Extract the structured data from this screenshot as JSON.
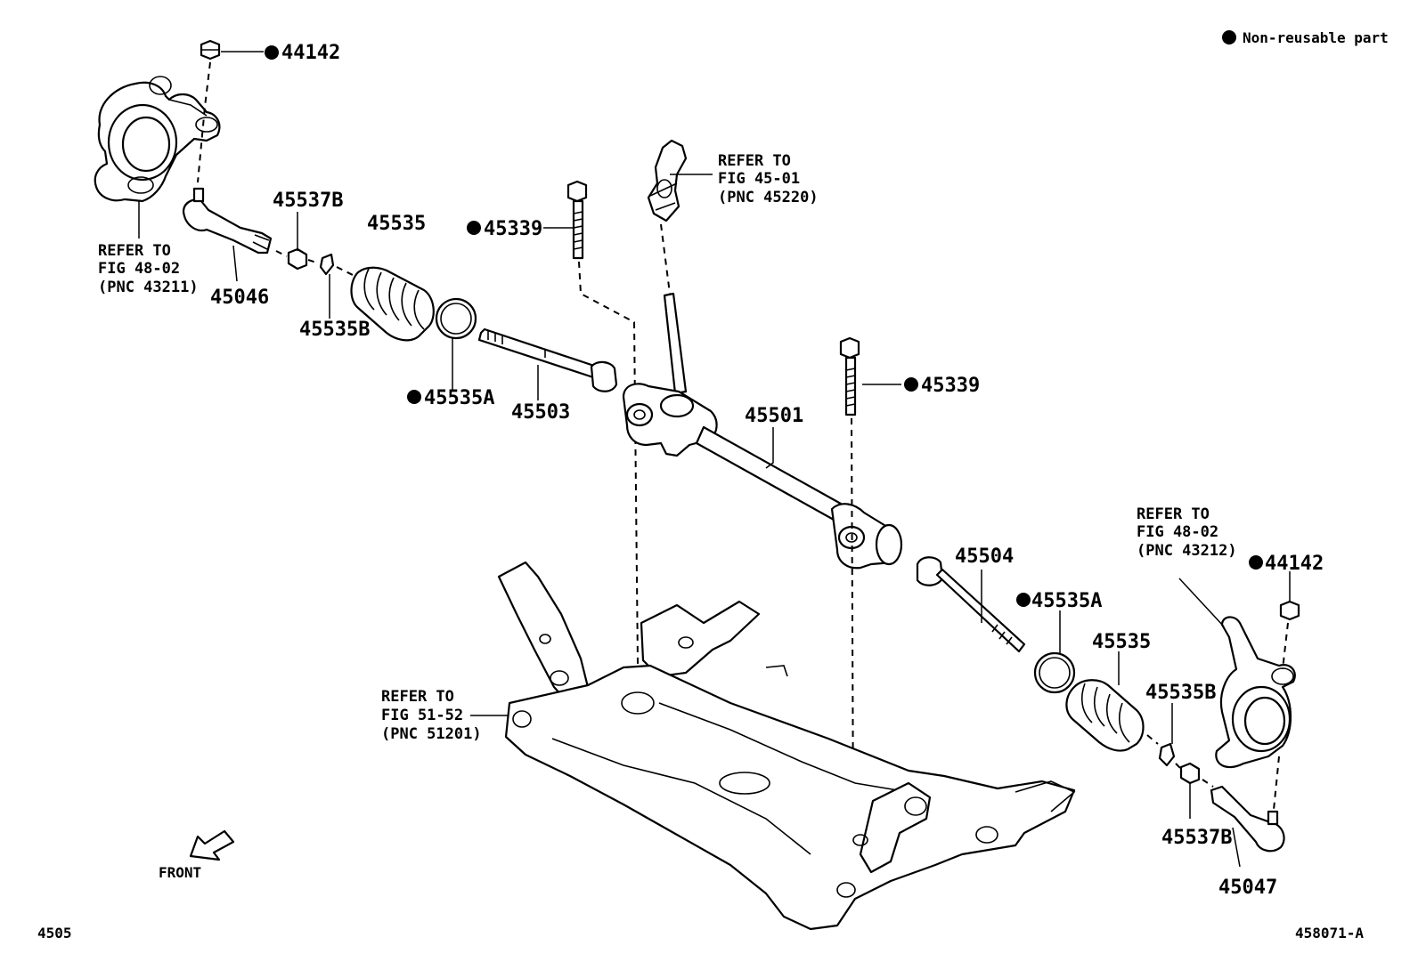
{
  "legend": {
    "marker_color": "#000000",
    "text": "Non-reusable part"
  },
  "parts": {
    "p44142_l": "44142",
    "p45537b_l": "45537B",
    "p45535_l": "45535",
    "p45339_l": "45339",
    "p45046": "45046",
    "p45535b_l": "45535B",
    "p45535a_l": "45535A",
    "p45503": "45503",
    "p45339_r": "45339",
    "p45501": "45501",
    "p45504": "45504",
    "p45535a_r": "45535A",
    "p45535_r": "45535",
    "p44142_r": "44142",
    "p45535b_r": "45535B",
    "p45537b_r": "45537B",
    "p45047": "45047"
  },
  "refs": {
    "ref_43211": [
      "REFER TO",
      "FIG 48-02",
      "(PNC 43211)"
    ],
    "ref_45220": [
      "REFER TO",
      "FIG 45-01",
      "(PNC 45220)"
    ],
    "ref_43212": [
      "REFER TO",
      "FIG 48-02",
      "(PNC 43212)"
    ],
    "ref_51201": [
      "REFER TO",
      "FIG 51-52",
      "(PNC 51201)"
    ]
  },
  "front_label": "FRONT",
  "footer": {
    "page_code": "4505",
    "figure_id": "458071-A"
  }
}
